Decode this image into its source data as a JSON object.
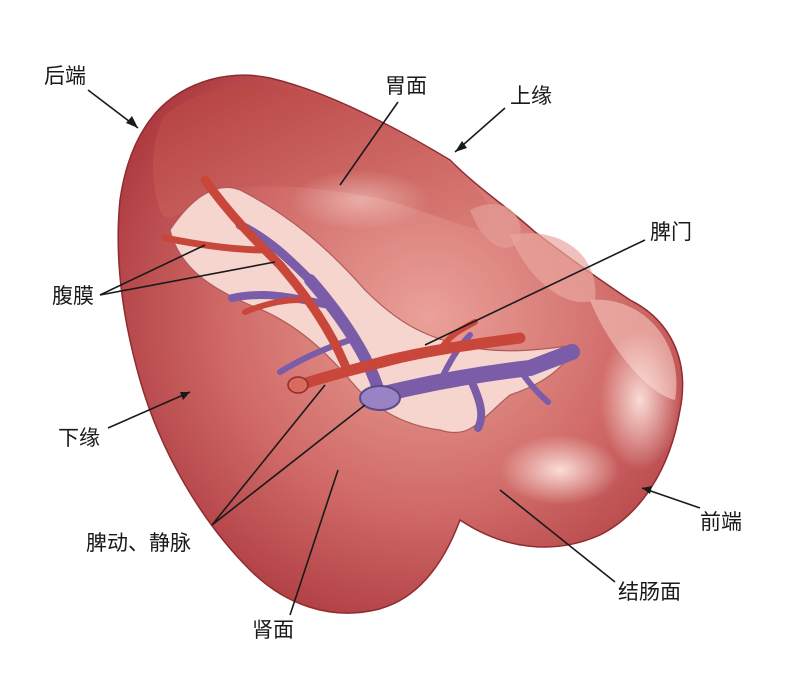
{
  "labels": {
    "posterior_end": "后端",
    "gastric_surface": "胃面",
    "superior_border": "上缘",
    "splenic_hilum": "脾门",
    "peritoneum": "腹膜",
    "inferior_border": "下缘",
    "splenic_vessels": "脾动、静脉",
    "anterior_end": "前端",
    "colic_surface": "结肠面",
    "renal_surface": "肾面"
  },
  "colors": {
    "organ_dark": "#a8343a",
    "organ_mid": "#c9565b",
    "organ_light": "#e89a92",
    "artery": "#c8473a",
    "vein": "#7b5ca8",
    "leader": "#1a1a1a"
  }
}
